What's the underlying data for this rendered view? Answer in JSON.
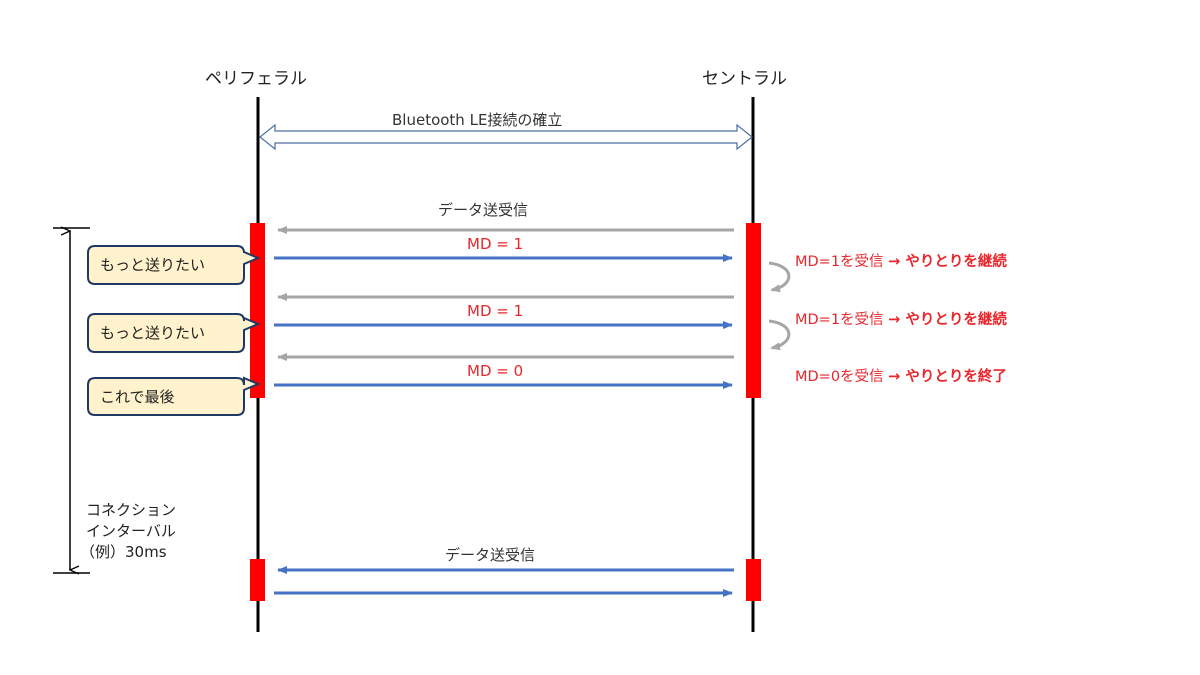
{
  "lanes": {
    "peripheral": "ペリフェラル",
    "central": "セントラル"
  },
  "connection": {
    "label": "Bluetooth LE接続の確立"
  },
  "first_exchange_label": "データ送受信",
  "second_exchange_label": "データ送受信",
  "md_labels": [
    "MD = 1",
    "MD = 1",
    "MD = 0"
  ],
  "bubbles": [
    "もっと送りたい",
    "もっと送りたい",
    "これで最後"
  ],
  "central_notes": [
    {
      "prefix": "MD=1を受信",
      "result": "→ やりとりを継続"
    },
    {
      "prefix": "MD=1を受信",
      "result": "→ やりとりを継続"
    },
    {
      "prefix": "MD=0を受信",
      "result": "→ やりとりを終了"
    }
  ],
  "connection_interval": {
    "line1": "コネクション",
    "line2": "インターバル",
    "line3": "（例）30ms"
  },
  "colors": {
    "lifeline": "#000000",
    "active_bar": "#ff0000",
    "blue_arrow": "#4472c4",
    "gray_arrow": "#a6a6a6",
    "red_text": "#e8262b",
    "bubble_fill": "#fff2cc",
    "bubble_border": "#1f3864",
    "double_arrow": "#4a6fa5"
  },
  "icons": {
    "loop_arrow": "curved-arrow-icon"
  }
}
